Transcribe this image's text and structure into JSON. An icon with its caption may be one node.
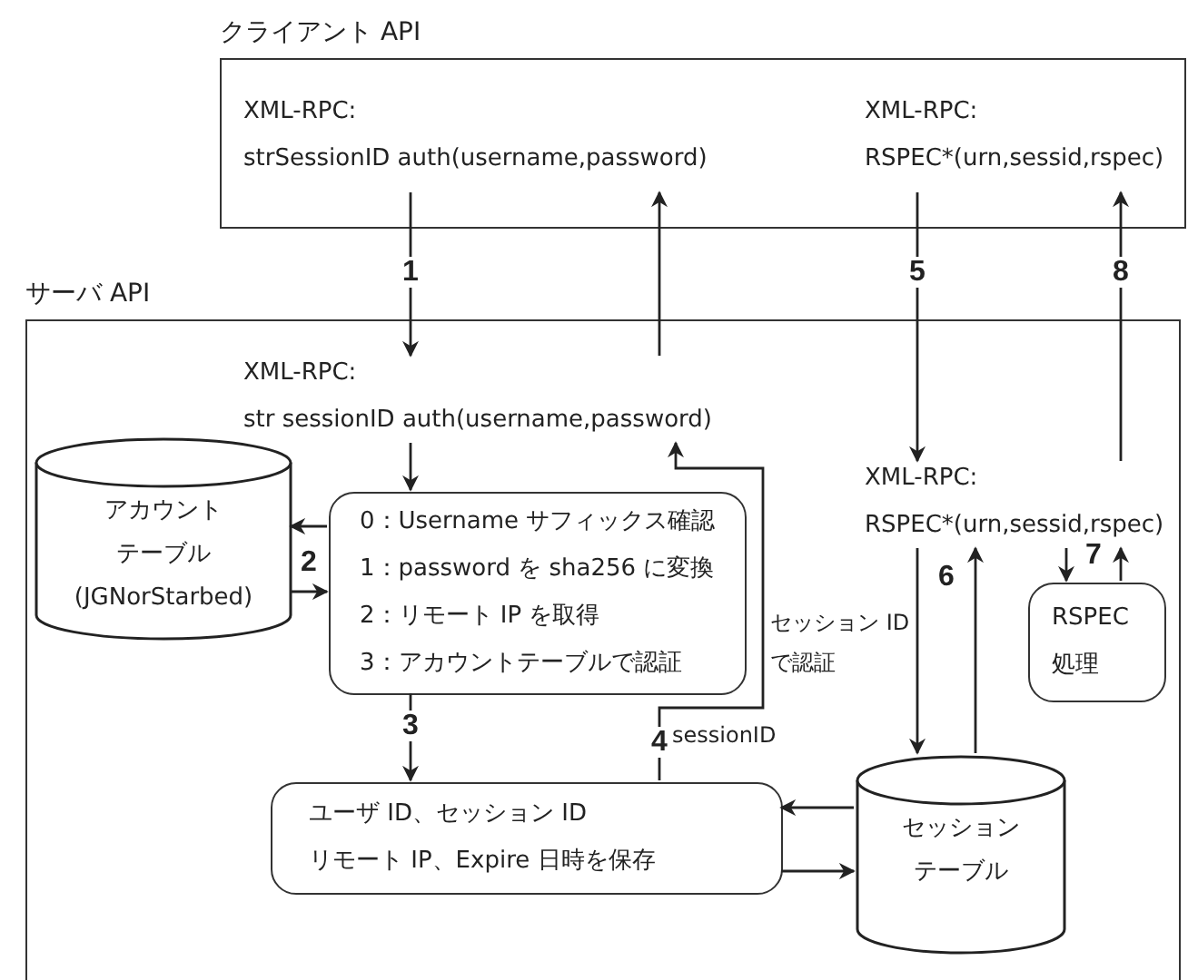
{
  "diagram": {
    "nodes": [
      {
        "text": [
          "クライアント API"
        ]
      },
      {
        "text": [
          "XML-RPC:",
          "strSessionID auth(username,password)"
        ],
        "in": 0
      },
      {
        "text": [
          "XML-RPC:",
          "RSPEC*(urn,sessid,rspec)"
        ],
        "in": 0
      },
      {
        "text": [
          "サーバ API"
        ]
      },
      {
        "text": [
          "XML-RPC:",
          "str sessionID auth(username,password)"
        ],
        "in": 3
      },
      {
        "text": [
          "XML-RPC:",
          "RSPEC*(urn,sessid,rspec)"
        ],
        "in": 3
      },
      {
        "text": [
          "アカウント",
          "テーブル",
          "(JGNorStarbed)"
        ],
        "in": 3
      },
      {
        "text": [
          "0：Username サフィックス確認",
          "1：password を sha256 に変換",
          "2：リモート IP を取得",
          "3：アカウントテーブルで認証"
        ],
        "in": 3
      },
      {
        "text": [
          "ユーザ ID、セッション ID",
          "リモート IP、Expire 日時を保存"
        ],
        "in": 3
      },
      {
        "text": [
          "セッション",
          "テーブル"
        ],
        "in": 3
      },
      {
        "text": [
          "RSPEC",
          "処理"
        ],
        "in": 3
      }
    ],
    "edges": [
      {
        "from": 1,
        "to": 4,
        "arrow": "to",
        "label": "1"
      },
      {
        "from": 4,
        "to": 1,
        "arrow": "to"
      },
      {
        "from": 4,
        "to": 7,
        "arrow": "to"
      },
      {
        "from": 7,
        "to": 6,
        "arrow": "to",
        "label": "2"
      },
      {
        "from": 6,
        "to": 7,
        "arrow": "to"
      },
      {
        "from": 7,
        "to": 8,
        "arrow": "to",
        "label": "3"
      },
      {
        "from": 8,
        "to": 4,
        "arrow": "to",
        "label": "4"
      },
      {
        "from": 9,
        "to": 8,
        "arrow": "to"
      },
      {
        "from": 8,
        "to": 9,
        "arrow": "to"
      },
      {
        "from": 2,
        "to": 5,
        "arrow": "to",
        "label": "5"
      },
      {
        "from": 5,
        "to": 9,
        "arrow": "to",
        "label": "6"
      },
      {
        "from": 9,
        "to": 5,
        "arrow": "to"
      },
      {
        "from": 5,
        "to": 10,
        "arrow": "to",
        "label": "7"
      },
      {
        "from": 10,
        "to": 5,
        "arrow": "to"
      },
      {
        "from": 5,
        "to": 2,
        "arrow": "to",
        "label": "8"
      }
    ],
    "labels": [
      "sessionID",
      "セッション IDで認証"
    ]
  }
}
